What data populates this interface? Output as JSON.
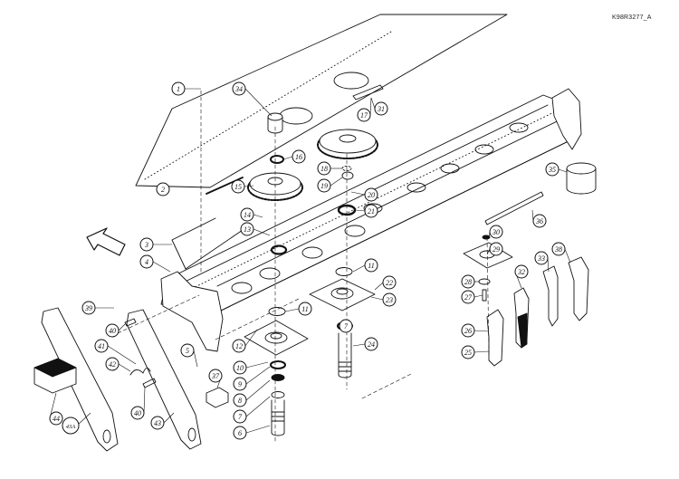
{
  "document": {
    "code": "K98R3277_A"
  },
  "callouts": [
    {
      "id": "p1",
      "label": "1"
    },
    {
      "id": "p2",
      "label": "2"
    },
    {
      "id": "p3",
      "label": "3"
    },
    {
      "id": "p4",
      "label": "4"
    },
    {
      "id": "p5",
      "label": "5"
    },
    {
      "id": "p6",
      "label": "6"
    },
    {
      "id": "p7a",
      "label": "7"
    },
    {
      "id": "p7b",
      "label": "7"
    },
    {
      "id": "p8",
      "label": "8"
    },
    {
      "id": "p9",
      "label": "9"
    },
    {
      "id": "p10",
      "label": "10"
    },
    {
      "id": "p11a",
      "label": "11"
    },
    {
      "id": "p11b",
      "label": "11"
    },
    {
      "id": "p12",
      "label": "12"
    },
    {
      "id": "p13",
      "label": "13"
    },
    {
      "id": "p14",
      "label": "14"
    },
    {
      "id": "p15",
      "label": "15"
    },
    {
      "id": "p16",
      "label": "16"
    },
    {
      "id": "p17",
      "label": "17"
    },
    {
      "id": "p18",
      "label": "18"
    },
    {
      "id": "p19",
      "label": "19"
    },
    {
      "id": "p20",
      "label": "20"
    },
    {
      "id": "p21",
      "label": "21"
    },
    {
      "id": "p22",
      "label": "22"
    },
    {
      "id": "p23",
      "label": "23"
    },
    {
      "id": "p24",
      "label": "24"
    },
    {
      "id": "p25",
      "label": "25"
    },
    {
      "id": "p26",
      "label": "26"
    },
    {
      "id": "p27",
      "label": "27"
    },
    {
      "id": "p28",
      "label": "28"
    },
    {
      "id": "p29",
      "label": "29"
    },
    {
      "id": "p30",
      "label": "30"
    },
    {
      "id": "p31",
      "label": "31"
    },
    {
      "id": "p32",
      "label": "32"
    },
    {
      "id": "p33",
      "label": "33"
    },
    {
      "id": "p34",
      "label": "34"
    },
    {
      "id": "p35",
      "label": "35"
    },
    {
      "id": "p36",
      "label": "36"
    },
    {
      "id": "p37",
      "label": "37"
    },
    {
      "id": "p38",
      "label": "38"
    },
    {
      "id": "p39",
      "label": "39"
    },
    {
      "id": "p40a",
      "label": "40"
    },
    {
      "id": "p40b",
      "label": "40"
    },
    {
      "id": "p41",
      "label": "41"
    },
    {
      "id": "p42",
      "label": "42"
    },
    {
      "id": "p43",
      "label": "43"
    },
    {
      "id": "p43a",
      "label": "43A"
    },
    {
      "id": "p44",
      "label": "44"
    }
  ]
}
